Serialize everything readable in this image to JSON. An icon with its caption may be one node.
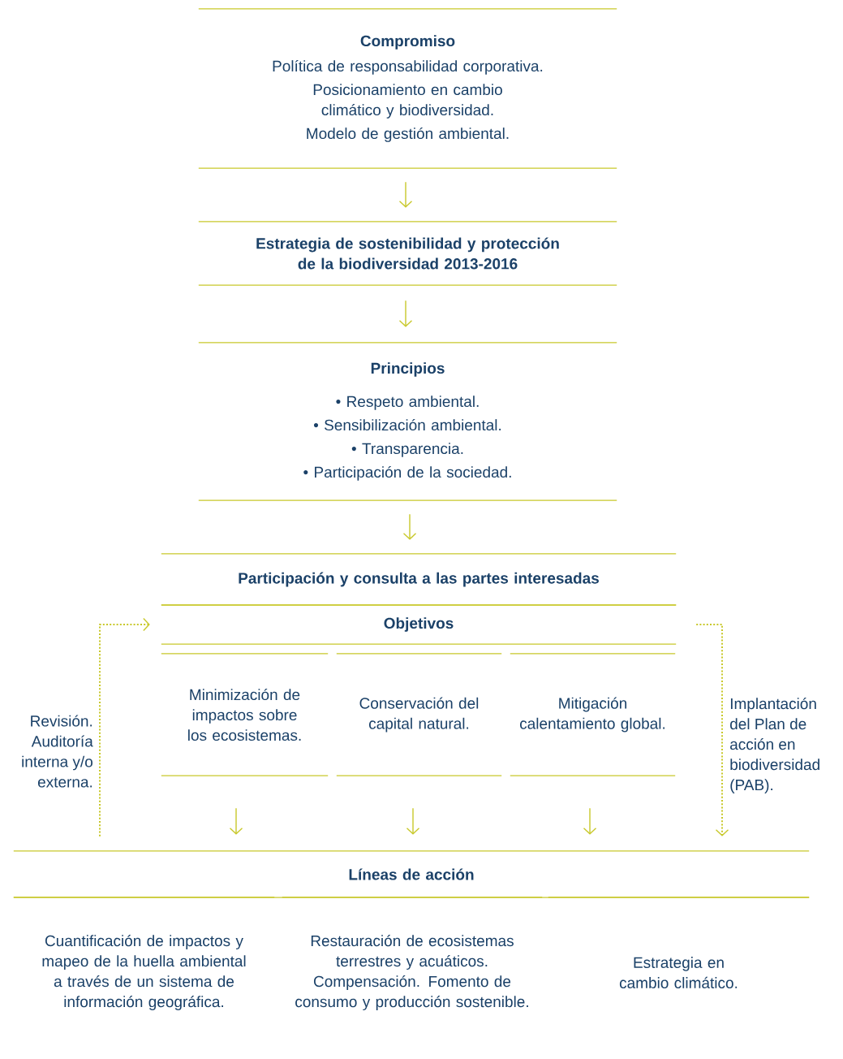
{
  "diagram": {
    "nodes": [
      {
        "text": [
          "Compromiso",
          "Política de responsabilidad corporativa.",
          "Posicionamiento en cambio climático y biodiversidad.",
          "Modelo de gestión ambiental."
        ]
      },
      {
        "text": [
          "Estrategia de sostenibilidad y protección de la biodiversidad 2013-2016"
        ]
      },
      {
        "text": [
          "Principios",
          "• Respeto ambiental.",
          "• Sensibilización ambiental.",
          "• Transparencia.",
          "• Participación de la sociedad."
        ]
      },
      {
        "text": [
          "Participación y consulta a las partes interesadas"
        ]
      },
      {
        "text": [
          "Objetivos"
        ]
      },
      {
        "text": [
          "Minimización de impactos sobre los ecosistemas."
        ]
      },
      {
        "text": [
          "Conservación del capital natural."
        ]
      },
      {
        "text": [
          "Mitigación calentamiento global."
        ]
      },
      {
        "text": [
          "Líneas de acción"
        ]
      },
      {
        "text": [
          "Cuantificación de impactos y mapeo de la huella ambiental a través de un sistema de información geográfica."
        ]
      },
      {
        "text": [
          "Restauración de ecosistemas terrestres y acuáticos. Compensación. Fomento de consumo y producción sostenible."
        ]
      },
      {
        "text": [
          "Estrategia en cambio climático."
        ]
      }
    ],
    "edges": [
      {
        "from": 0,
        "to": 1,
        "arrow": "to"
      },
      {
        "from": 1,
        "to": 2,
        "arrow": "to"
      },
      {
        "from": 2,
        "to": 3,
        "arrow": "to"
      },
      {
        "from": 5,
        "to": 8,
        "arrow": "to"
      },
      {
        "from": 6,
        "to": 8,
        "arrow": "to"
      },
      {
        "from": 7,
        "to": 8,
        "arrow": "to"
      },
      {
        "from": 8,
        "to": 4,
        "arrow": "to",
        "style": "dashed",
        "label": "Revisión. Auditoría interna y/o externa."
      },
      {
        "from": 4,
        "to": 8,
        "arrow": "to",
        "style": "dashed",
        "label": "Implantación del Plan de acción en biodiversidad (PAB)."
      }
    ]
  }
}
